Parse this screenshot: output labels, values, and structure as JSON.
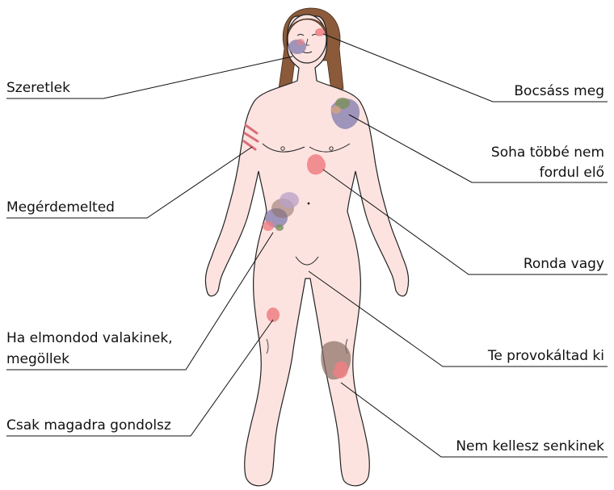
{
  "colors": {
    "skin": "#fce3e0",
    "skin_outline": "#222222",
    "hair": "#8a5a3a",
    "line": "#111111",
    "bruise_red": "#ef7f84",
    "bruise_purple": "#8e86b3",
    "bruise_green": "#7a8f5a",
    "bruise_brown": "#8a6d62"
  },
  "labels_left": [
    {
      "id": "szeretlek",
      "lines": [
        "Szeretlek"
      ]
    },
    {
      "id": "megerdemelted",
      "lines": [
        "Megérdemelted"
      ]
    },
    {
      "id": "ha-elmondod",
      "lines": [
        "Ha elmondod valakinek,",
        "megöllek"
      ]
    },
    {
      "id": "csak-magadra",
      "lines": [
        "Csak magadra gondolsz"
      ]
    }
  ],
  "labels_right": [
    {
      "id": "bocsass-meg",
      "lines": [
        "Bocsáss meg"
      ]
    },
    {
      "id": "soha-tobbe",
      "lines": [
        "Soha többé nem",
        "fordul elő"
      ]
    },
    {
      "id": "ronda-vagy",
      "lines": [
        "Ronda vagy"
      ]
    },
    {
      "id": "te-provokaltad",
      "lines": [
        "Te provokáltad ki"
      ]
    },
    {
      "id": "nem-kellesz",
      "lines": [
        "Nem kellesz senkinek"
      ]
    }
  ],
  "icons": [
    "female-body-figure",
    "bruise-marks"
  ]
}
